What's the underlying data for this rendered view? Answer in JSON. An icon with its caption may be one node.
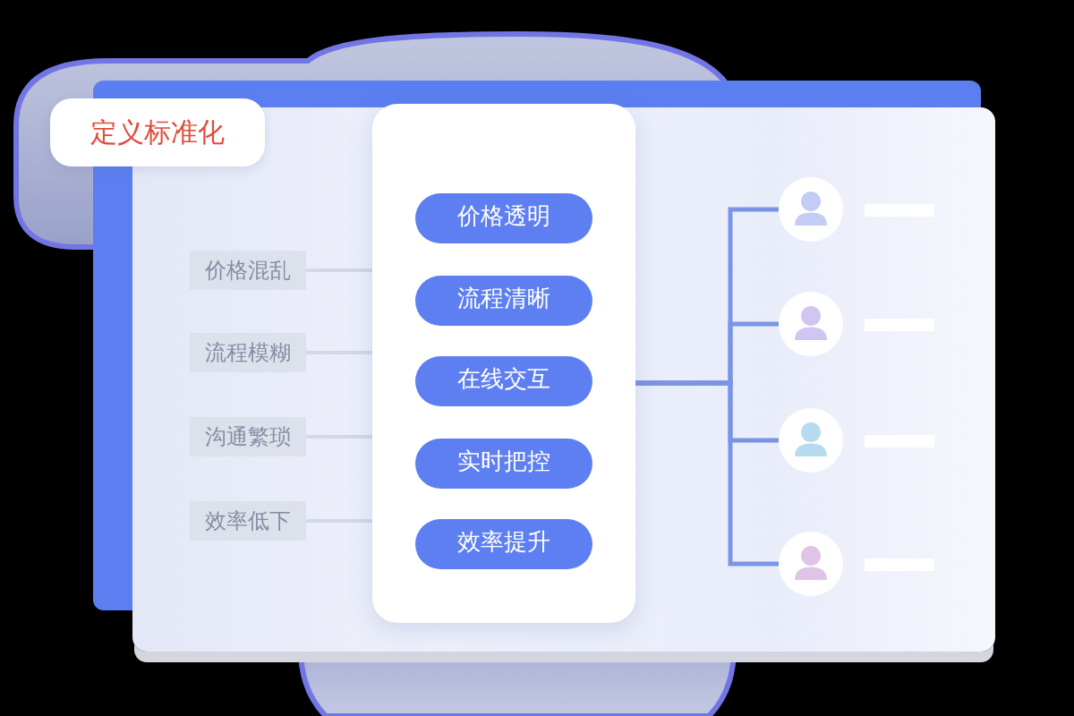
{
  "diagram": {
    "nodes": [
      {
        "text": [
          "定义标准化"
        ]
      },
      {
        "text": [
          "价格混乱"
        ]
      },
      {
        "text": [
          "流程模糊"
        ]
      },
      {
        "text": [
          "沟通繁琐"
        ]
      },
      {
        "text": [
          "效率低下"
        ]
      },
      {
        "text": [],
        "shape": "box"
      },
      {
        "text": [
          "价格透明"
        ],
        "in": 5
      },
      {
        "text": [
          "流程清晰"
        ],
        "in": 5
      },
      {
        "text": [
          "在线交互"
        ],
        "in": 5
      },
      {
        "text": [
          "实时把控"
        ],
        "in": 5
      },
      {
        "text": [
          "效率提升"
        ],
        "in": 5
      },
      {
        "text": [],
        "shape": "person"
      },
      {
        "text": [],
        "shape": "person"
      },
      {
        "text": [],
        "shape": "person"
      },
      {
        "text": [],
        "shape": "person"
      }
    ],
    "edges": [
      {
        "from": 1,
        "to": 5,
        "arrow": "none"
      },
      {
        "from": 2,
        "to": 5,
        "arrow": "none"
      },
      {
        "from": 3,
        "to": 5,
        "arrow": "none"
      },
      {
        "from": 4,
        "to": 5,
        "arrow": "none"
      },
      {
        "from": 5,
        "to": 11,
        "arrow": "none",
        "color": "#7b94e6"
      },
      {
        "from": 5,
        "to": 12,
        "arrow": "none",
        "color": "#7b94e6"
      },
      {
        "from": 5,
        "to": 13,
        "arrow": "none",
        "color": "#7b94e6"
      },
      {
        "from": 5,
        "to": 14,
        "arrow": "none",
        "color": "#7b94e6"
      }
    ]
  }
}
